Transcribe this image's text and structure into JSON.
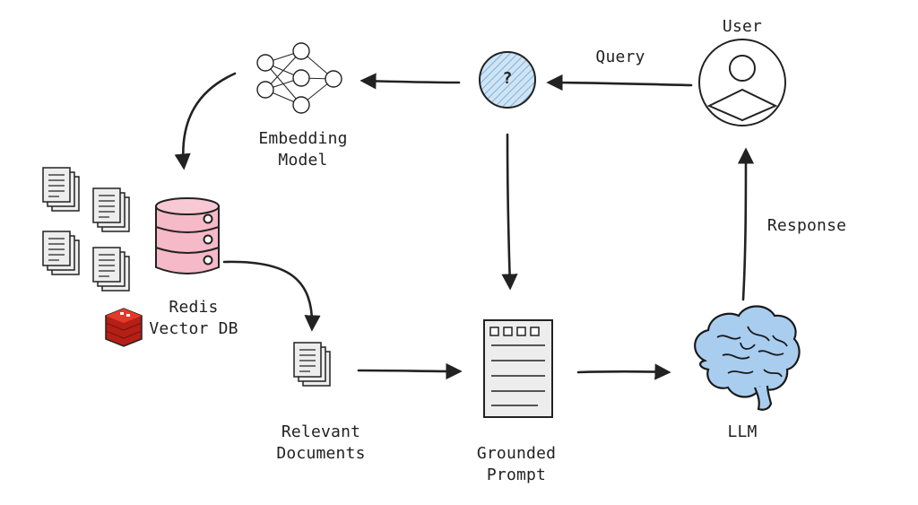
{
  "labels": {
    "user": "User",
    "query": "Query",
    "question_mark": "?",
    "embedding_line1": "Embedding",
    "embedding_line2": "Model",
    "redis_line1": "Redis",
    "redis_line2": "Vector DB",
    "relevant_line1": "Relevant",
    "relevant_line2": "Documents",
    "grounded_line1": "Grounded",
    "grounded_line2": "Prompt",
    "llm": "LLM",
    "response": "Response"
  },
  "colors": {
    "stroke": "#222222",
    "query_fill": "#cfe4f4",
    "db_fill": "#f6b9c8",
    "brain_fill": "#a9cdef",
    "redis_red": "#d82c20",
    "paper": "#ededed"
  }
}
